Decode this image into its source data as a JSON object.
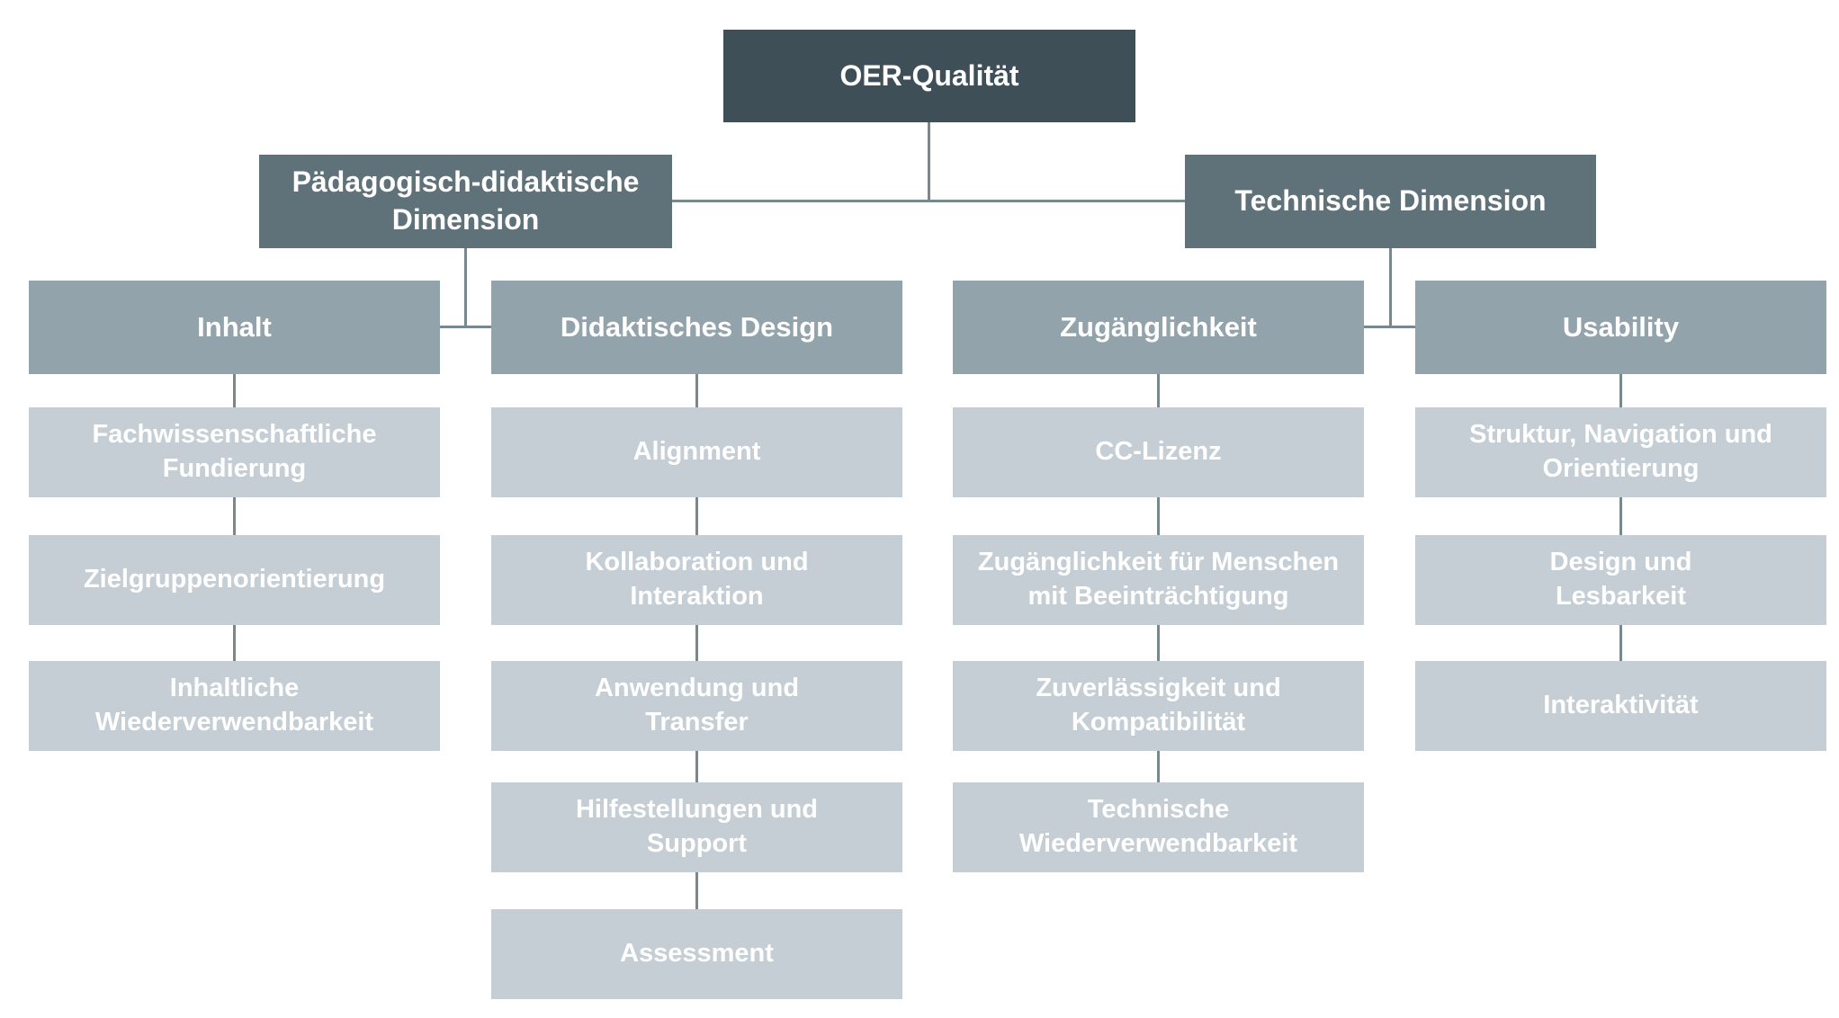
{
  "diagram": {
    "title": "OER-Qualität hierarchy diagram",
    "root": {
      "label": "OER-Qualität"
    },
    "branches": [
      {
        "label": "Pädagogisch-didaktische\nDimension"
      },
      {
        "label": "Technische Dimension"
      }
    ],
    "columns": [
      {
        "header": "Inhalt",
        "parent": "Pädagogisch-didaktische Dimension",
        "items": [
          "Fachwissenschaftliche\nFundierung",
          "Zielgruppenorientierung",
          "Inhaltliche\nWiederverwendbarkeit"
        ]
      },
      {
        "header": "Didaktisches Design",
        "parent": "Pädagogisch-didaktische Dimension",
        "items": [
          "Alignment",
          "Kollaboration und\nInteraktion",
          "Anwendung und\nTransfer",
          "Hilfestellungen und\nSupport",
          "Assessment"
        ]
      },
      {
        "header": "Zugänglichkeit",
        "parent": "Technische Dimension",
        "items": [
          "CC-Lizenz",
          "Zugänglichkeit für Menschen\nmit Beeinträchtigung",
          "Zuverlässigkeit und\nKompatibilität",
          "Technische\nWiederverwendbarkeit"
        ]
      },
      {
        "header": "Usability",
        "parent": "Technische Dimension",
        "items": [
          "Struktur, Navigation und\nOrientierung",
          "Design und\nLesbarkeit",
          "Interaktivität"
        ]
      }
    ],
    "colors": {
      "root_box": "#3e4f57",
      "branch_box": "#5f7179",
      "header_box": "#93a3ac",
      "item_box": "#c5ced4",
      "connector_line": "#78888f",
      "text": "#ffffff",
      "background": "#ffffff"
    }
  }
}
